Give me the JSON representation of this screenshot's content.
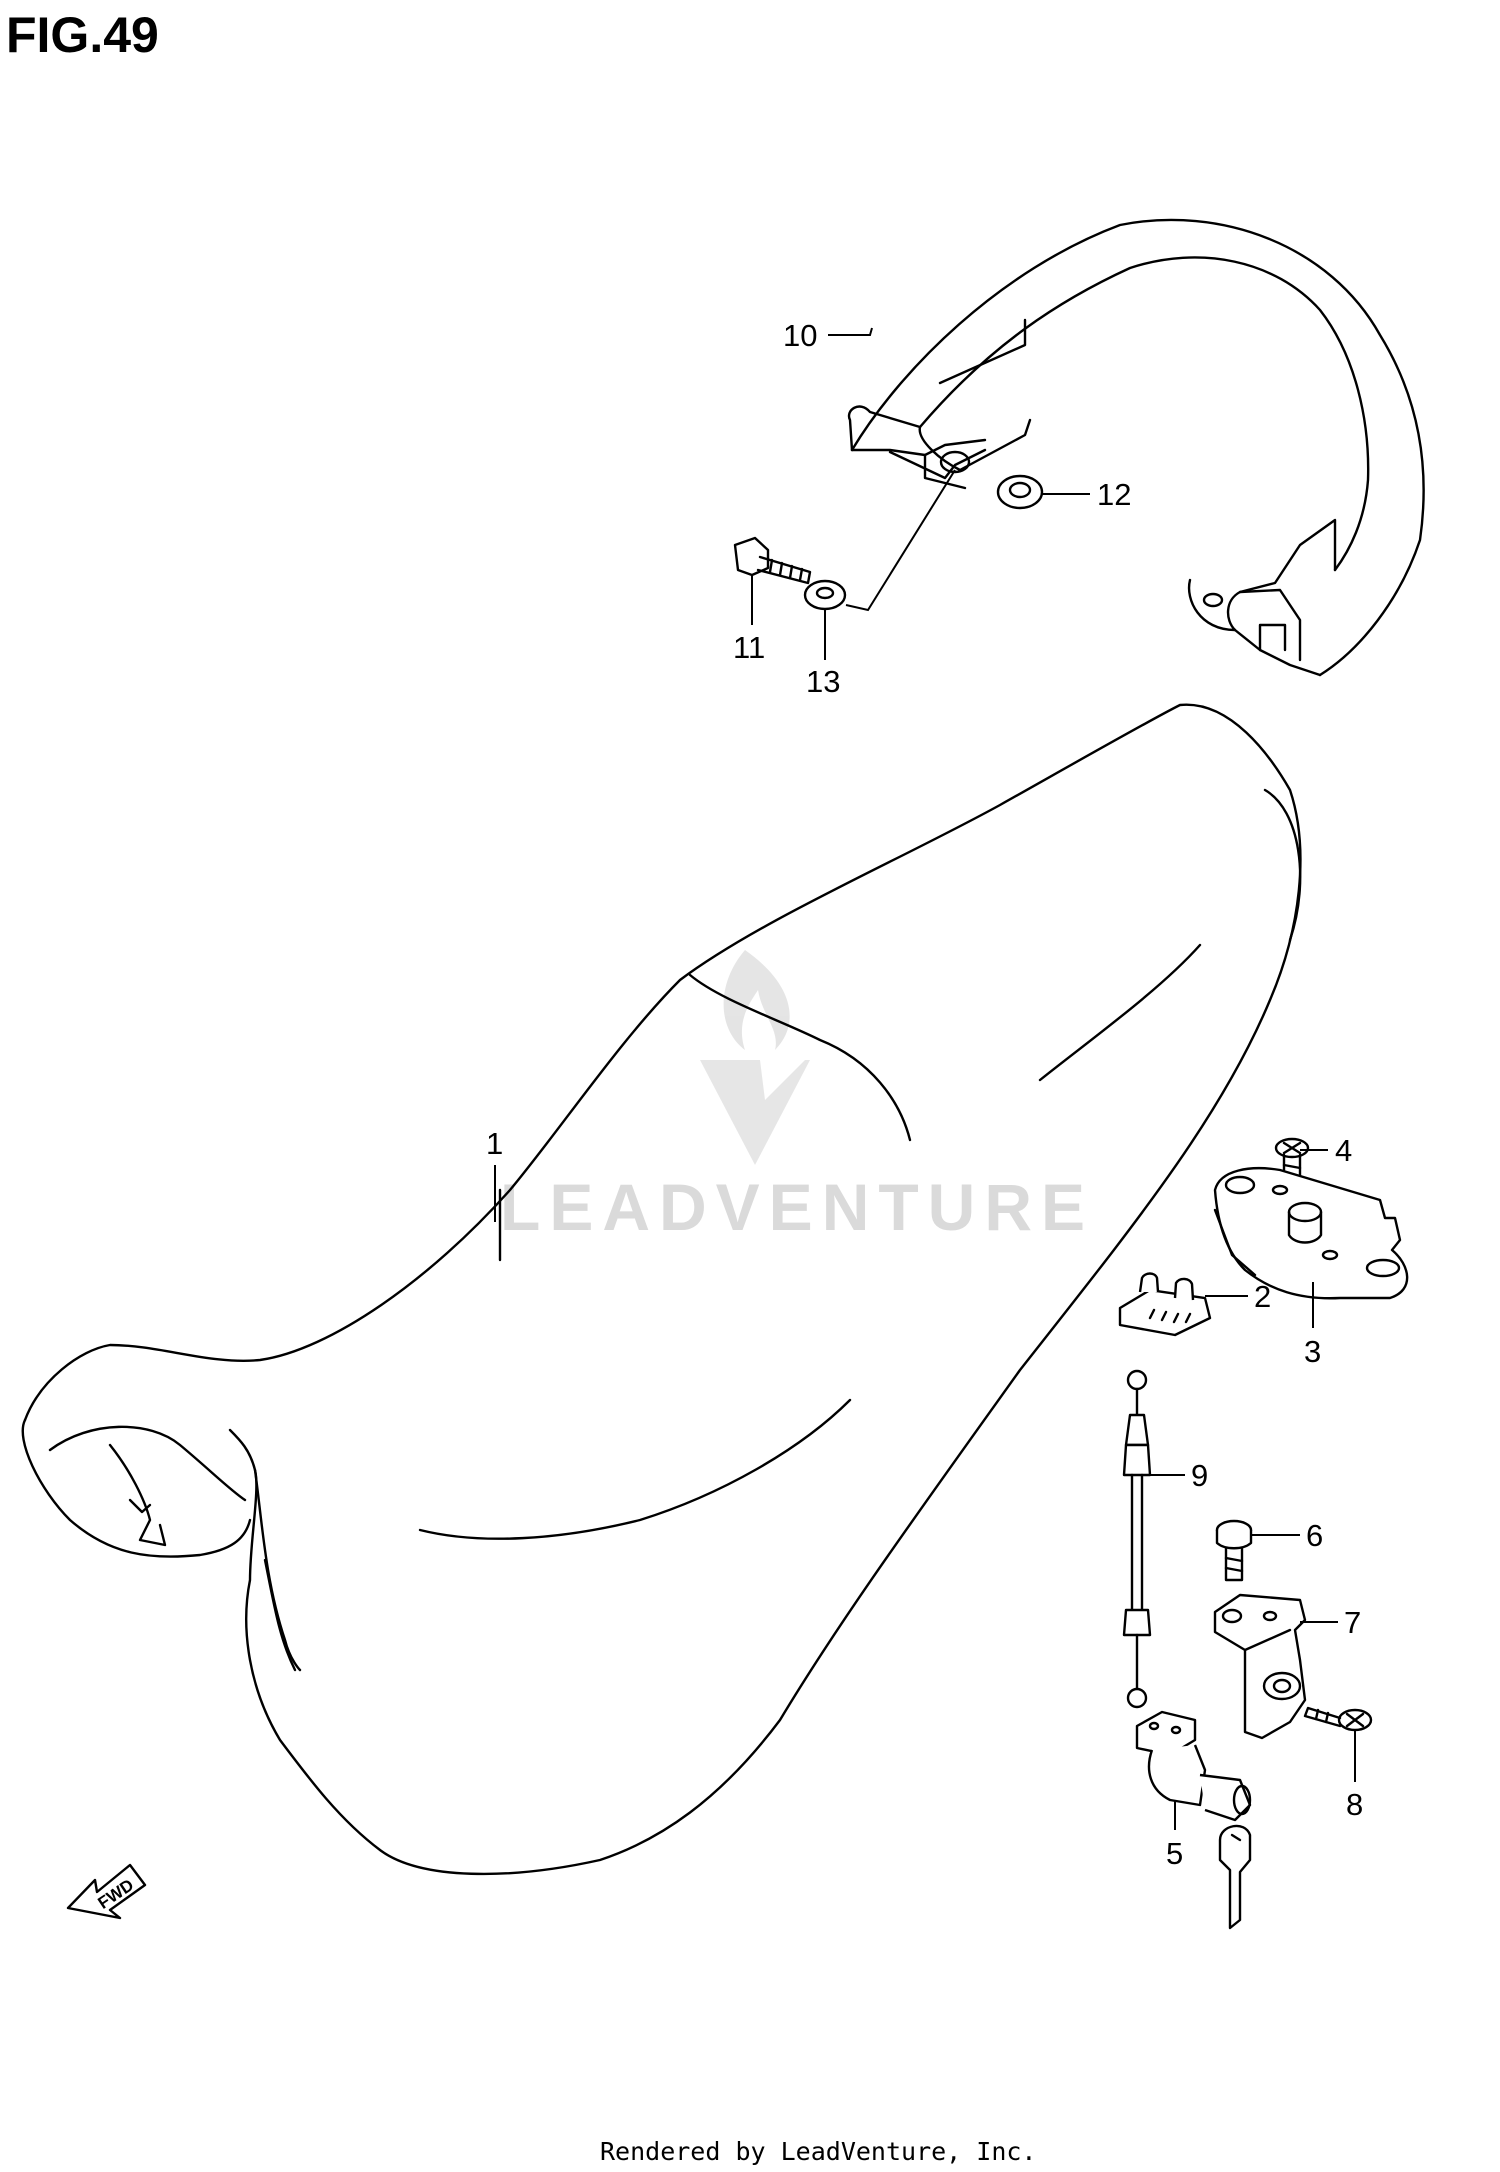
{
  "figure": {
    "title": "FIG.49"
  },
  "callouts": [
    {
      "id": "1",
      "label": "1"
    },
    {
      "id": "2",
      "label": "2"
    },
    {
      "id": "3",
      "label": "3"
    },
    {
      "id": "4",
      "label": "4"
    },
    {
      "id": "5",
      "label": "5"
    },
    {
      "id": "6",
      "label": "6"
    },
    {
      "id": "7",
      "label": "7"
    },
    {
      "id": "8",
      "label": "8"
    },
    {
      "id": "9",
      "label": "9"
    },
    {
      "id": "10",
      "label": "10"
    },
    {
      "id": "11",
      "label": "11"
    },
    {
      "id": "12",
      "label": "12"
    },
    {
      "id": "13",
      "label": "13"
    }
  ],
  "fwd_arrow": {
    "label": "FWD"
  },
  "watermark": {
    "text": "LEADVENTURE"
  },
  "footer": {
    "text": "Rendered by LeadVenture, Inc."
  }
}
